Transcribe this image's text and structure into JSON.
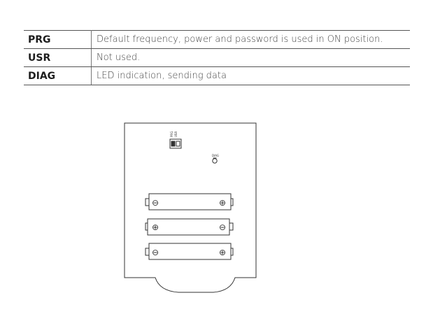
{
  "table": {
    "rows": [
      {
        "key": "PRG",
        "desc": "Default frequency, power and password is used in ON position."
      },
      {
        "key": "USR",
        "desc": "Not used."
      },
      {
        "key": "DIAG",
        "desc": "LED indication, sending data"
      }
    ]
  },
  "board": {
    "switch_labels": [
      "PRG",
      "USR"
    ],
    "led_label": "DIAG",
    "battery_polarity_glyphs": {
      "negative": "⊖",
      "positive": "⊕"
    },
    "line_color": "#333333"
  }
}
